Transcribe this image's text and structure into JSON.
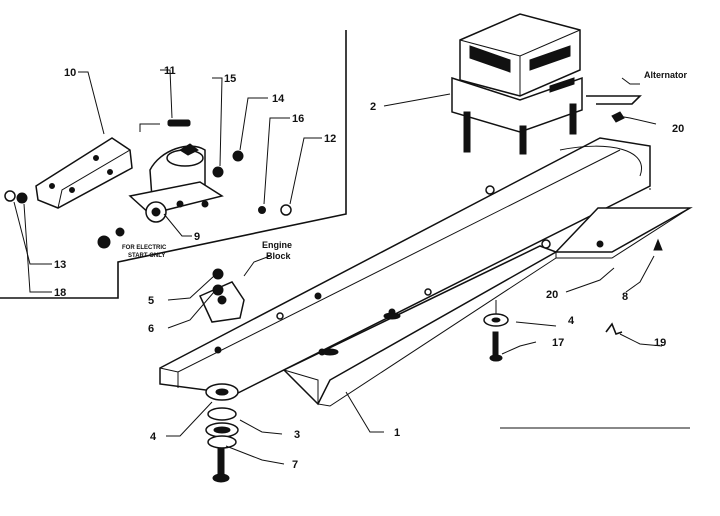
{
  "callouts": {
    "c1": "1",
    "c2": "2",
    "c3": "3",
    "c4a": "4",
    "c4b": "4",
    "c5": "5",
    "c6": "6",
    "c7": "7",
    "c8": "8",
    "c9": "9",
    "c10": "10",
    "c11": "11",
    "c12": "12",
    "c13": "13",
    "c14": "14",
    "c15": "15",
    "c16": "16",
    "c17": "17",
    "c18": "18",
    "c19": "19",
    "c20a": "20",
    "c20b": "20"
  },
  "labels": {
    "alternator": "Alternator",
    "engine_block_line1": "Engine",
    "engine_block_line2": "Block",
    "inset_note_line1": "FOR ELECTRIC",
    "inset_note_line2": "START ONLY"
  },
  "colors": {
    "ink": "#111111",
    "paper": "#ffffff"
  }
}
